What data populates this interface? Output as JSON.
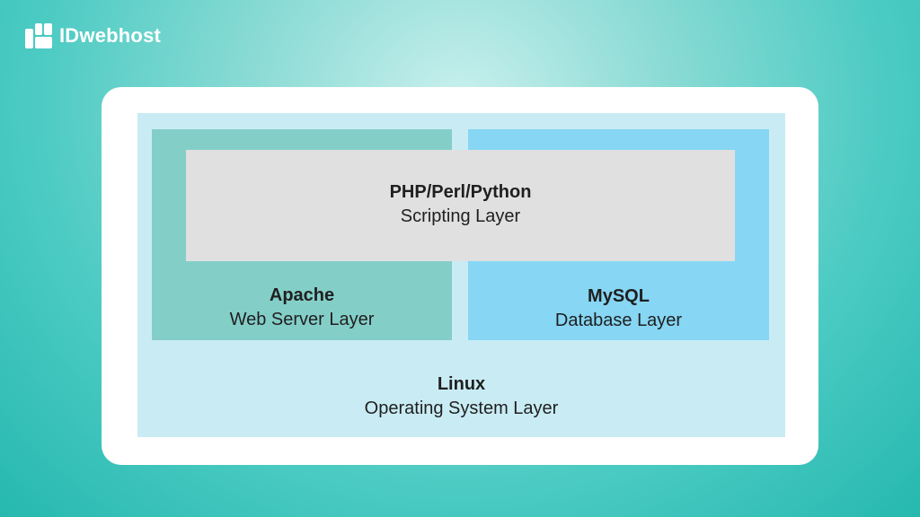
{
  "brand": {
    "name": "IDwebhost",
    "logo_icon": "idwebhost-logo-icon"
  },
  "colors": {
    "background": "#4ccbc3",
    "card": "#ffffff",
    "os_layer": "#c9ecf4",
    "web_layer": "#84cec8",
    "db_layer": "#86d6f4",
    "script_layer": "#e0e0e0"
  },
  "diagram": {
    "scripting": {
      "title": "PHP/Perl/Python",
      "subtitle": "Scripting Layer"
    },
    "web_server": {
      "title": "Apache",
      "subtitle": "Web Server Layer"
    },
    "database": {
      "title": "MySQL",
      "subtitle": "Database Layer"
    },
    "os": {
      "title": "Linux",
      "subtitle": "Operating System Layer"
    }
  }
}
